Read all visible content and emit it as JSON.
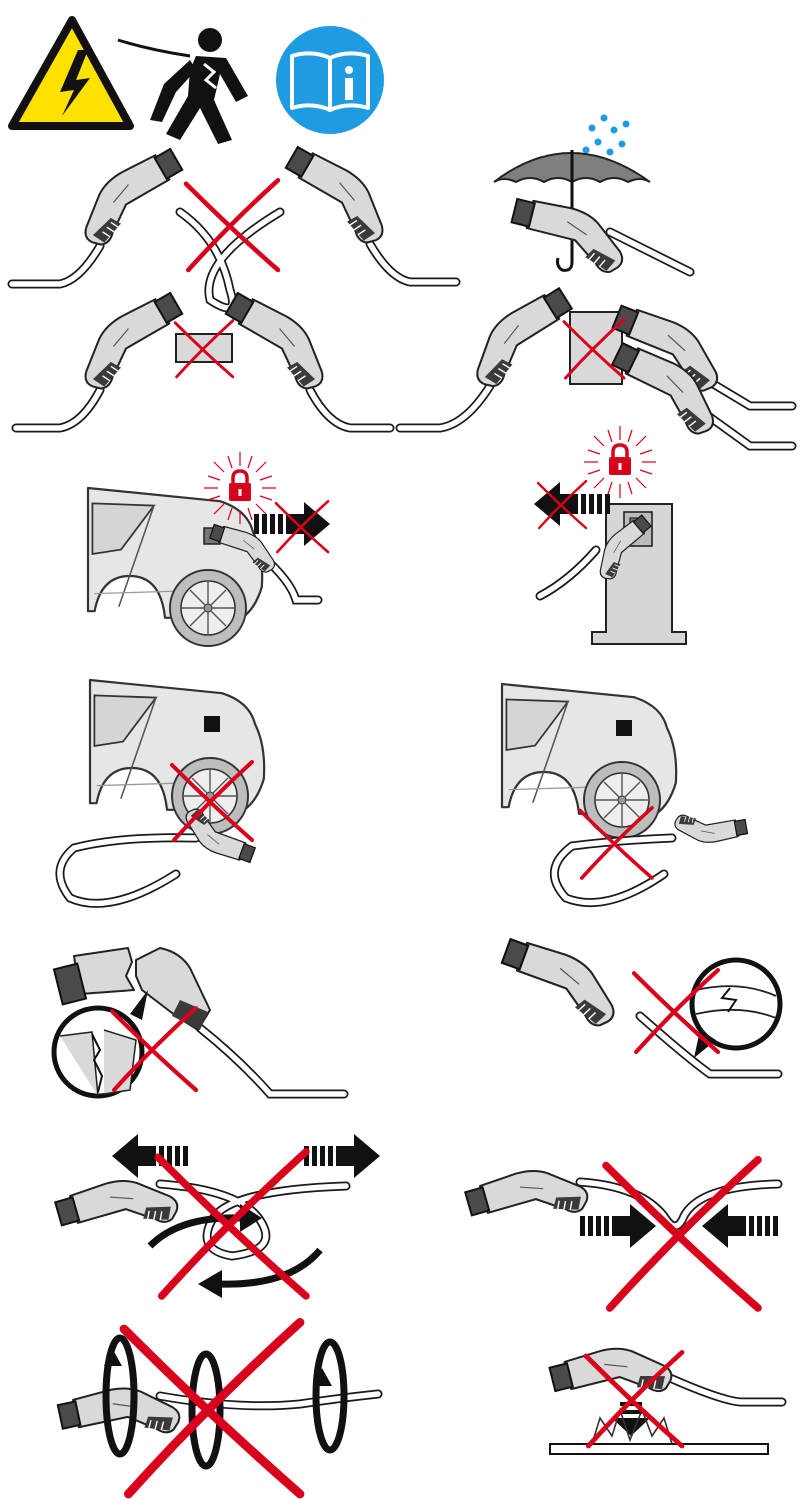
{
  "colors": {
    "warning_yellow": "#ffe100",
    "info_blue": "#1e9be3",
    "prohibition_red": "#d9001b",
    "plug_grey": "#d9d9d9",
    "rain_blue": "#1e9be3"
  },
  "icons": {
    "header": [
      "high-voltage-warning-icon",
      "electric-shock-icon",
      "read-manual-info-icon"
    ],
    "panels": [
      "no-extension-adapter-cable",
      "plug-protect-from-rain",
      "no-coupler-adapter",
      "no-multi-socket-adapter",
      "no-pull-locked-plug-vehicle",
      "no-pull-locked-plug-station",
      "no-drive-over-plug",
      "no-drive-over-cable",
      "no-damaged-plug-housing",
      "no-damaged-cable",
      "no-pull-twist-cable",
      "no-kink-compress-cable",
      "no-twist-cable",
      "no-drop-plug"
    ]
  }
}
